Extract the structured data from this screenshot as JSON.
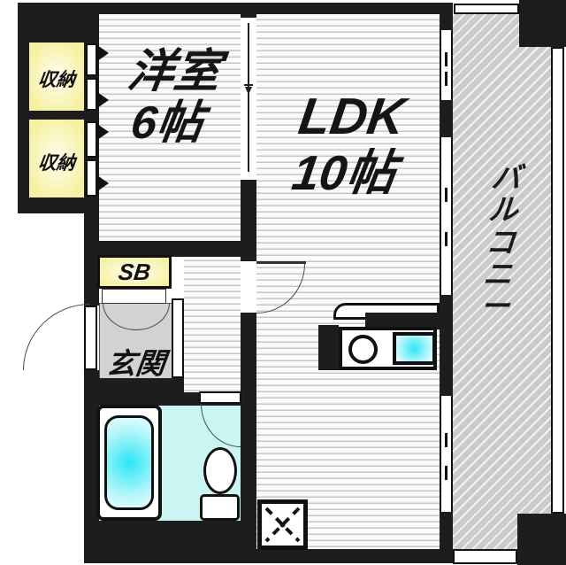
{
  "rooms": {
    "western": {
      "name": "洋室",
      "size": "6帖"
    },
    "ldk": {
      "name": "LDK",
      "size": "10帖"
    },
    "balcony": {
      "name": "バルコニー"
    },
    "closet_upper": {
      "name": "収納"
    },
    "closet_lower": {
      "name": "収納"
    },
    "shoe_box": {
      "name": "SB"
    },
    "entrance": {
      "name": "玄関"
    }
  },
  "fixtures": {
    "bathtub": "bathtub",
    "toilet": "toilet",
    "kitchen_burner": "stove-burner",
    "kitchen_sink": "kitchen-sink",
    "appliance_space": "appliance-space-x",
    "entrance_door": "swing-door",
    "room_divider": "sliding-door"
  },
  "colors": {
    "wall": "#1d1d1d",
    "closet_fill": "#f6f1a0",
    "bath_floor": "#c9f5f3",
    "water_accent": "#2be7f5",
    "entrance_floor": "#d2d2d2",
    "balcony_fill": "#cbcbcb"
  }
}
